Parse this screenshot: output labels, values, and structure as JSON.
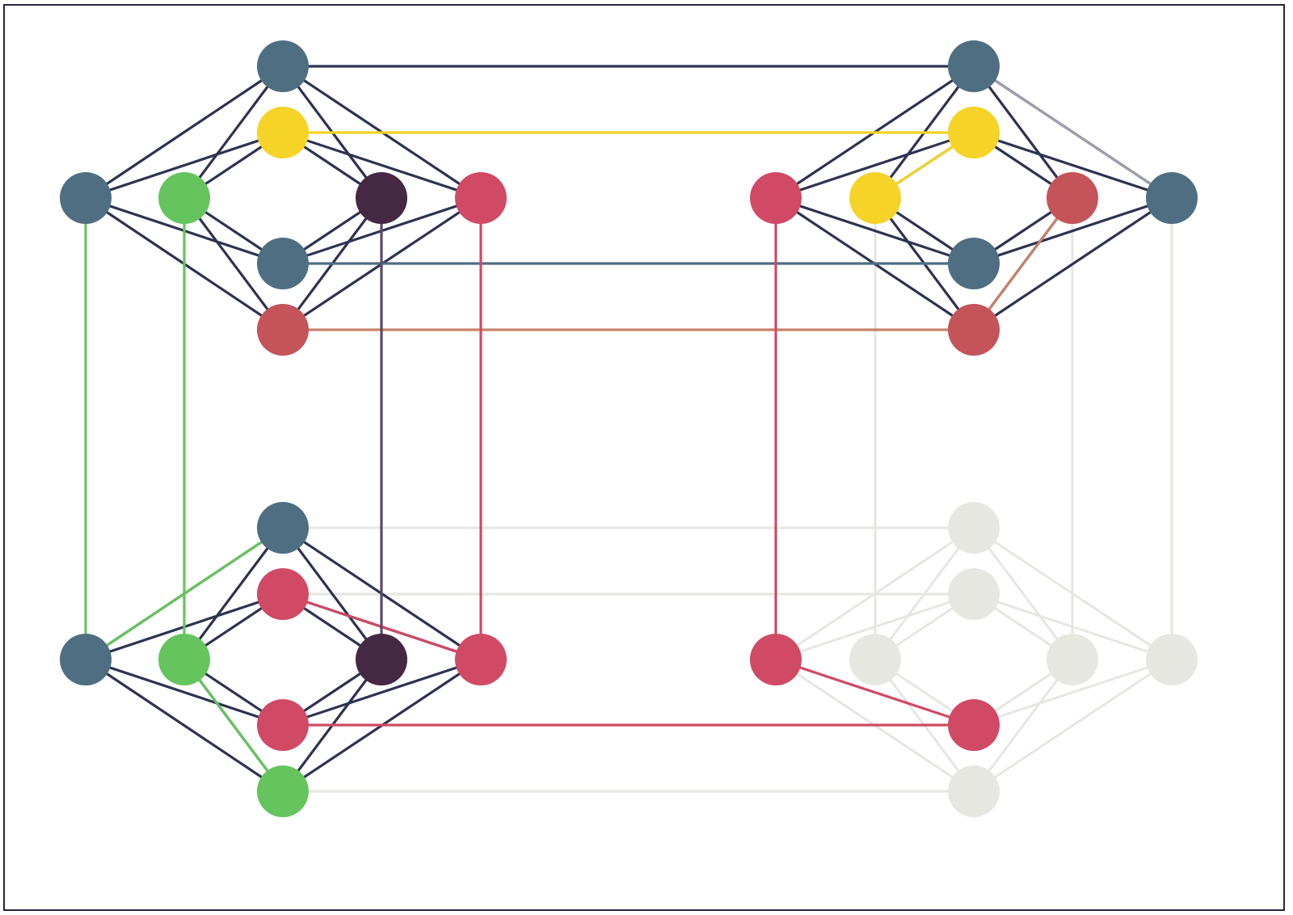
{
  "colors": {
    "edge_dark": "#2d3350",
    "edge_faded": "#e6e6e3",
    "slate": "#4f6e82",
    "yellow": "#f5d327",
    "green": "#66c45e",
    "plum": "#452842",
    "crimson": "#d04a65",
    "brick": "#c4545a",
    "faded": "#e7e7e2",
    "brick_edge": "#c7826b",
    "plum_edge": "#5a4a66",
    "pale_slate_edge": "#a0a0aa",
    "frame": "#2b2440",
    "background": "#ffffff"
  },
  "graphs": [
    {
      "id": "top-left",
      "nodes": [
        {
          "id": "tl-top",
          "color": "slate"
        },
        {
          "id": "tl-yellow",
          "color": "yellow"
        },
        {
          "id": "tl-left",
          "color": "slate"
        },
        {
          "id": "tl-green",
          "color": "green"
        },
        {
          "id": "tl-plum",
          "color": "plum"
        },
        {
          "id": "tl-right",
          "color": "crimson"
        },
        {
          "id": "tl-mid",
          "color": "slate"
        },
        {
          "id": "tl-bottom",
          "color": "brick"
        }
      ]
    },
    {
      "id": "top-right",
      "nodes": [
        {
          "id": "tr-top",
          "color": "slate"
        },
        {
          "id": "tr-yellow",
          "color": "yellow"
        },
        {
          "id": "tr-left",
          "color": "crimson"
        },
        {
          "id": "tr-yellow2",
          "color": "yellow"
        },
        {
          "id": "tr-brick",
          "color": "brick"
        },
        {
          "id": "tr-right",
          "color": "slate"
        },
        {
          "id": "tr-mid",
          "color": "slate"
        },
        {
          "id": "tr-bottom",
          "color": "brick"
        }
      ]
    },
    {
      "id": "bottom-left",
      "nodes": [
        {
          "id": "bl-top",
          "color": "slate"
        },
        {
          "id": "bl-upper",
          "color": "crimson"
        },
        {
          "id": "bl-left",
          "color": "slate"
        },
        {
          "id": "bl-green",
          "color": "green"
        },
        {
          "id": "bl-plum",
          "color": "plum"
        },
        {
          "id": "bl-right",
          "color": "crimson"
        },
        {
          "id": "bl-lower",
          "color": "crimson"
        },
        {
          "id": "bl-bottom",
          "color": "green"
        }
      ]
    },
    {
      "id": "bottom-right",
      "nodes": [
        {
          "id": "br-top",
          "color": "faded"
        },
        {
          "id": "br-upper",
          "color": "faded"
        },
        {
          "id": "br-left",
          "color": "crimson"
        },
        {
          "id": "br-inner-left",
          "color": "faded"
        },
        {
          "id": "br-inner-right",
          "color": "faded"
        },
        {
          "id": "br-right",
          "color": "faded"
        },
        {
          "id": "br-lower",
          "color": "crimson"
        },
        {
          "id": "br-bottom",
          "color": "faded"
        }
      ]
    }
  ],
  "inter_graph_edges": [
    {
      "from": "tl-top",
      "to": "tr-top",
      "color": "edge_dark"
    },
    {
      "from": "tl-yellow",
      "to": "tr-yellow",
      "color": "yellow"
    },
    {
      "from": "tl-mid",
      "to": "tr-mid",
      "color": "slate"
    },
    {
      "from": "tl-bottom",
      "to": "tr-bottom",
      "color": "brick_edge"
    },
    {
      "from": "tl-left",
      "to": "bl-left",
      "color": "green"
    },
    {
      "from": "tl-green",
      "to": "bl-green",
      "color": "green"
    },
    {
      "from": "tl-plum",
      "to": "bl-plum",
      "color": "plum_edge"
    },
    {
      "from": "tl-right",
      "to": "bl-right",
      "color": "crimson"
    },
    {
      "from": "tr-left",
      "to": "br-left",
      "color": "crimson"
    },
    {
      "from": "bl-lower",
      "to": "br-lower",
      "color": "crimson"
    },
    {
      "from": "bl-top",
      "to": "br-top",
      "color": "edge_faded"
    },
    {
      "from": "bl-upper",
      "to": "br-upper",
      "color": "edge_faded"
    },
    {
      "from": "bl-bottom",
      "to": "br-bottom",
      "color": "edge_faded"
    },
    {
      "from": "tr-yellow2",
      "to": "br-inner-left",
      "color": "edge_faded"
    },
    {
      "from": "tr-brick",
      "to": "br-inner-right",
      "color": "edge_faded"
    },
    {
      "from": "tr-right",
      "to": "br-right",
      "color": "edge_faded"
    }
  ]
}
